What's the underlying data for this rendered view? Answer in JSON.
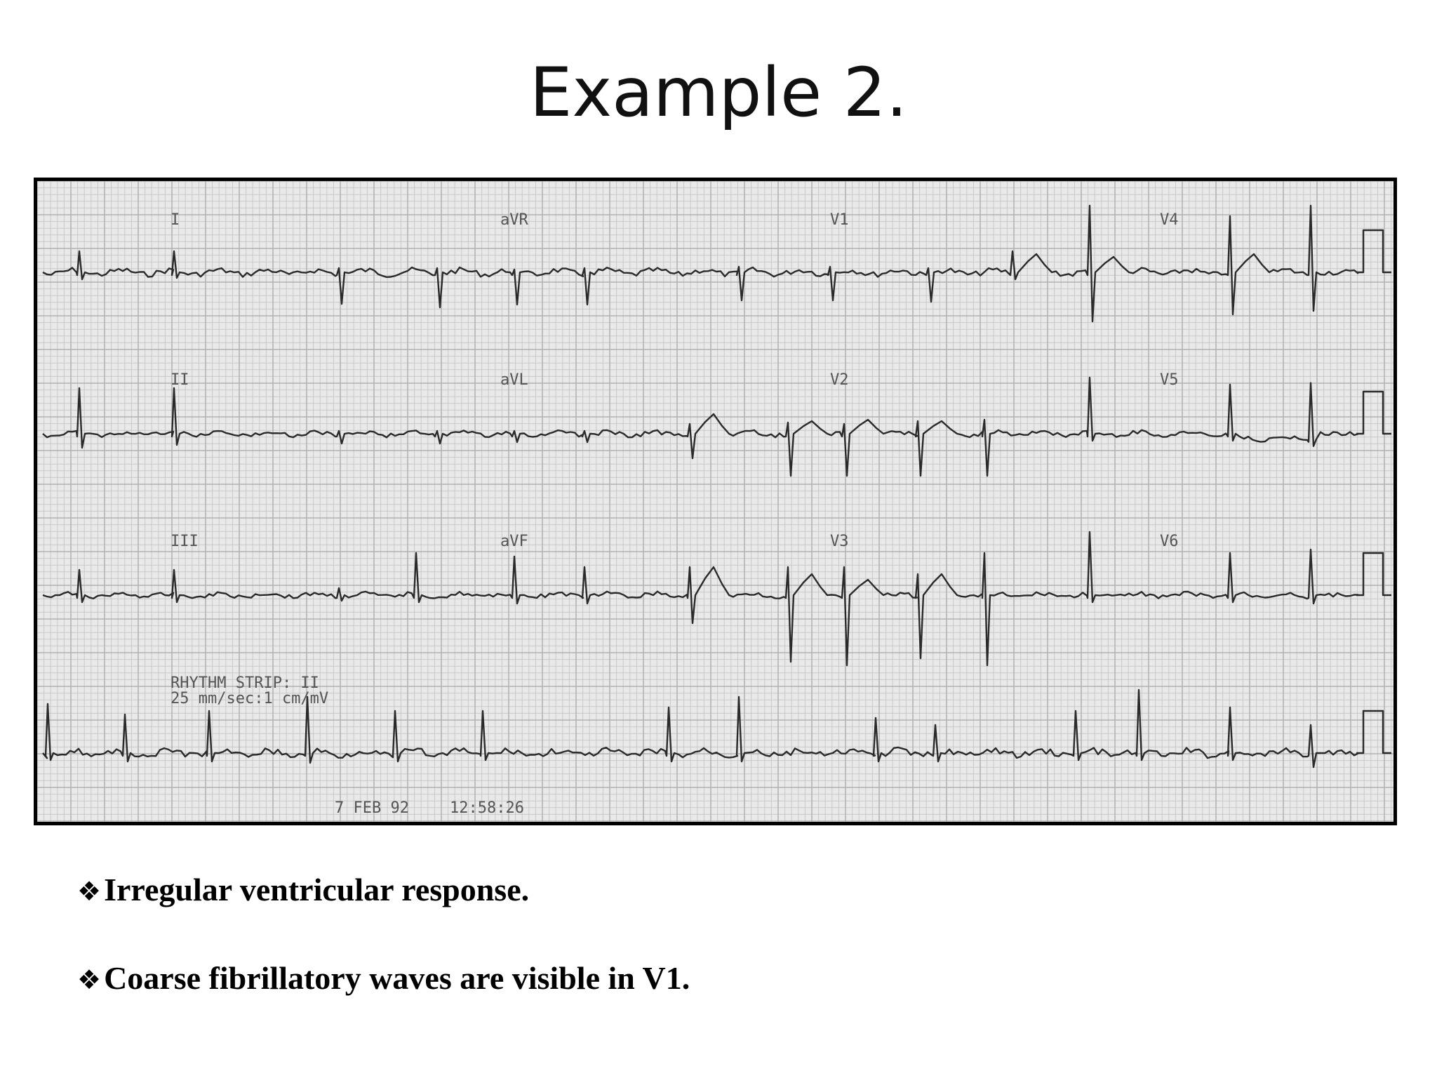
{
  "slide": {
    "title": "Example 2."
  },
  "ecg": {
    "lead_labels": [
      "I",
      "aVR",
      "V1",
      "V4",
      "II",
      "aVL",
      "V2",
      "V5",
      "III",
      "aVF",
      "V3",
      "V6"
    ],
    "rhythm_strip_label": "RHYTHM STRIP: II",
    "calibration_text": "25 mm/sec:1 cm/mV",
    "date": "7 FEB 92",
    "time": "12:58:26"
  },
  "bullets": {
    "marker": "❖",
    "items": [
      "Irregular ventricular response.",
      "Coarse fibrillatory waves are visible in V1."
    ]
  }
}
